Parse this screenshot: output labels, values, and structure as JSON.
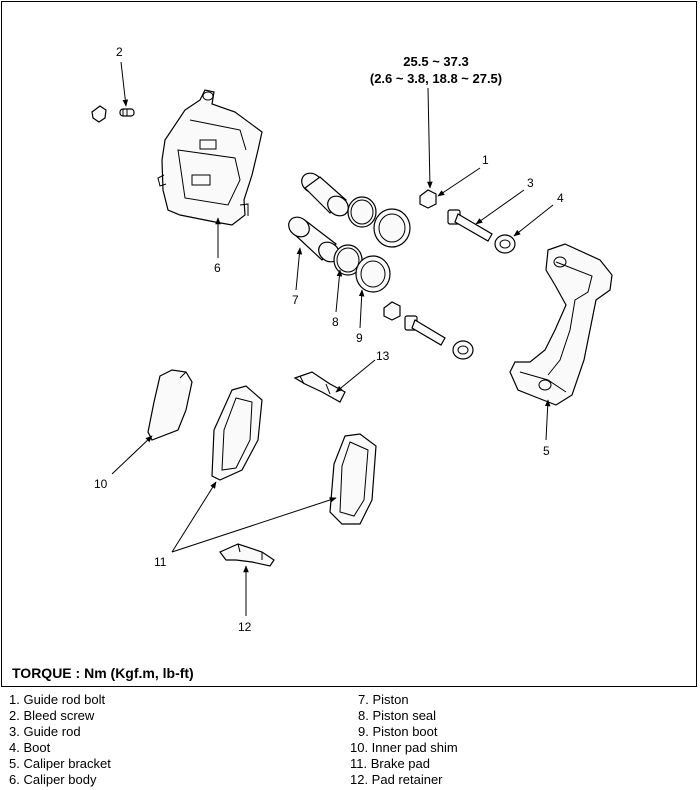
{
  "torque_spec": {
    "line1": "25.5 ~ 37.3",
    "line2": "(2.6 ~ 3.8, 18.8 ~ 27.5)"
  },
  "callouts": [
    "1",
    "2",
    "3",
    "4",
    "5",
    "6",
    "7",
    "8",
    "9",
    "10",
    "11",
    "12",
    "13"
  ],
  "torque_label": "TORQUE : Nm (Kgf.m, lb-ft)",
  "legend": {
    "left": [
      "1. Guide rod bolt",
      "2. Bleed screw",
      "3. Guide rod",
      "4. Boot",
      "5. Caliper bracket",
      "6. Caliper body"
    ],
    "right": [
      "7. Piston",
      "8. Piston seal",
      "9. Piston boot",
      "10. Inner pad shim",
      "11. Brake pad",
      "12. Pad retainer"
    ]
  }
}
